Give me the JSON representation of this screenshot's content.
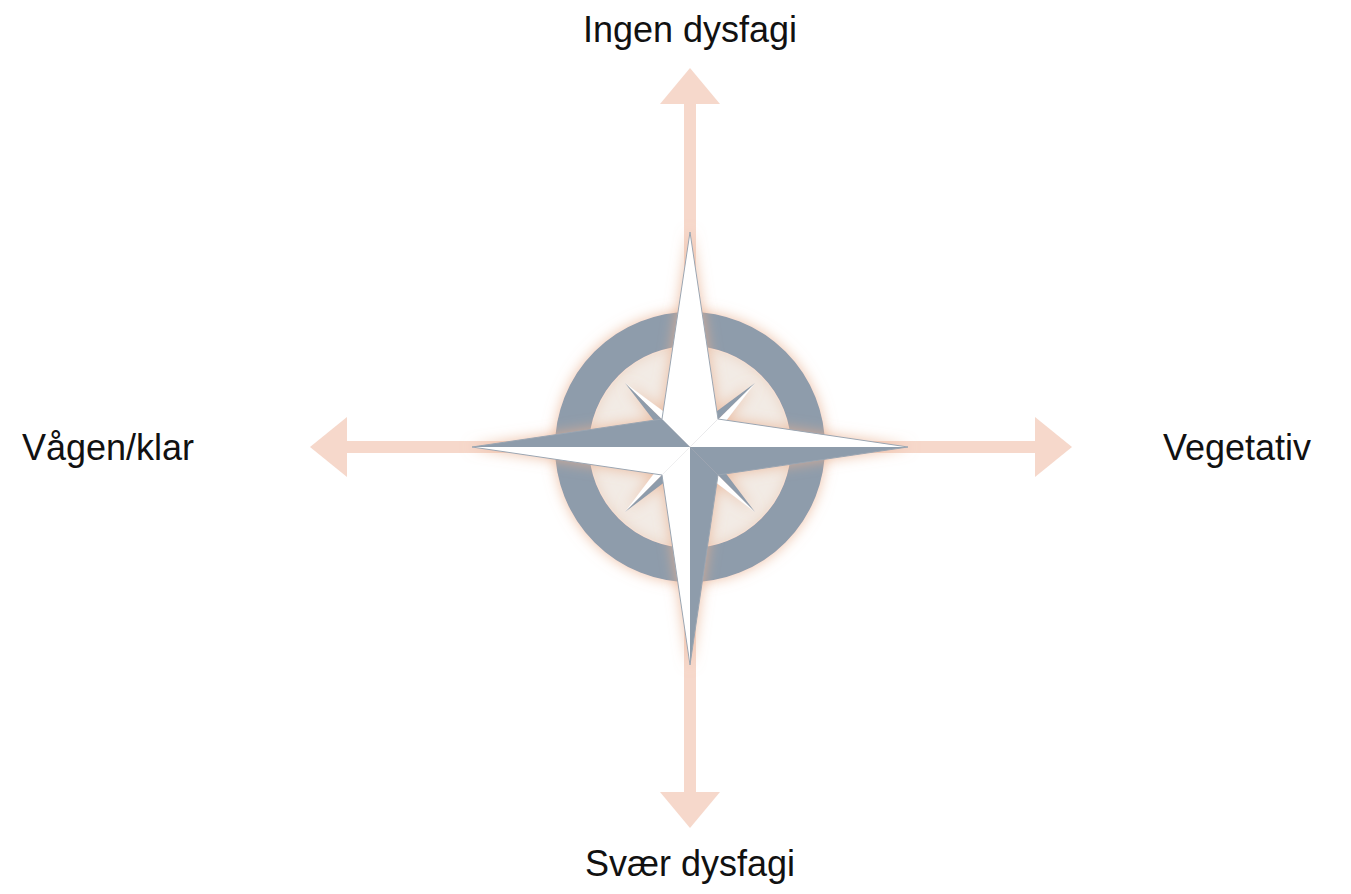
{
  "diagram": {
    "labels": [
      "Ingen dysfagi",
      "Vågen/klar",
      "Vegetativ",
      "Svær dysfagi"
    ]
  }
}
